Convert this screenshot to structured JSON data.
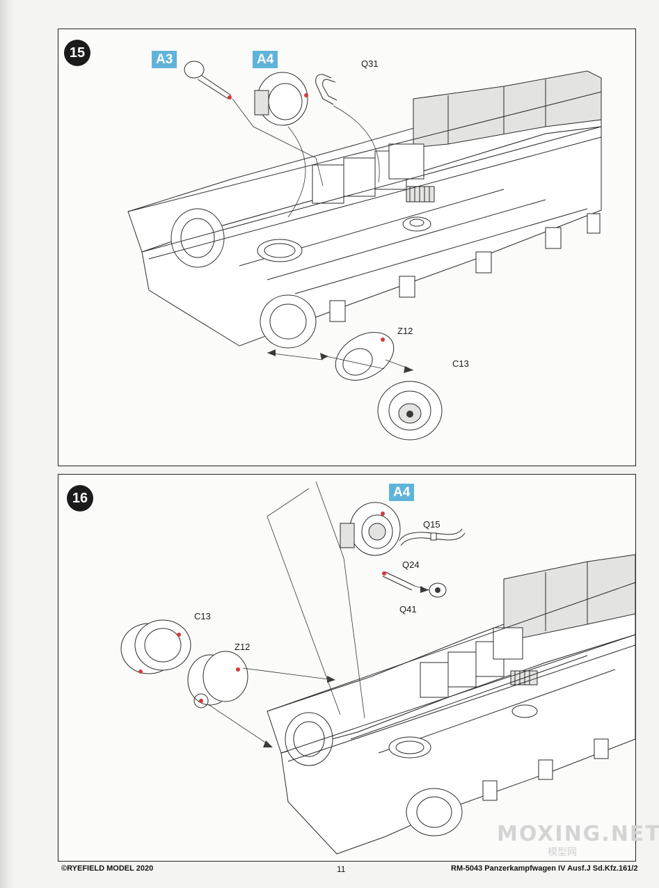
{
  "steps": [
    {
      "number": "15",
      "refs": [
        "A3",
        "A4"
      ],
      "parts": [
        "Q31",
        "Z12",
        "C13"
      ]
    },
    {
      "number": "16",
      "refs": [
        "A4"
      ],
      "parts": [
        "Q15",
        "Q24",
        "Q41",
        "C13",
        "Z12"
      ]
    }
  ],
  "footer": {
    "copyright": "©RYEFIELD MODEL 2020",
    "page_number": "11",
    "product": "RM-5043 Panzerkampfwagen IV Ausf.J Sd.Kfz.161/2"
  },
  "watermark": {
    "main": "MOXING.NET",
    "sub": "模型网"
  },
  "colors": {
    "ref_box": "#5fb3d8",
    "glue_marker": "#d43a3a",
    "step_badge": "#1b1b1b"
  }
}
